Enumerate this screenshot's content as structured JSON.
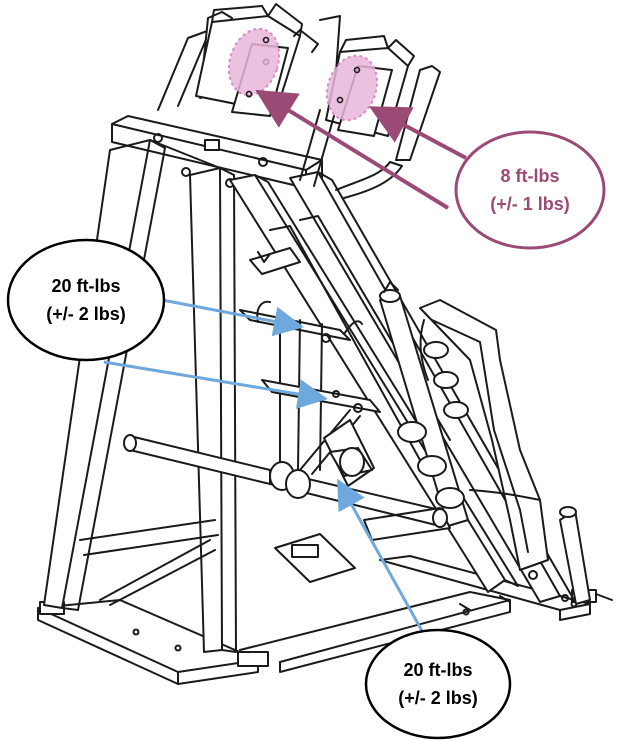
{
  "callouts": {
    "top_torque": {
      "line1": "8  ft-lbs",
      "line2": "(+/- 1 lbs)"
    },
    "left_torque": {
      "line1": "20 ft-lbs",
      "line2": "(+/- 2 lbs)"
    },
    "bottom_torque": {
      "line1": "20 ft-lbs",
      "line2": "(+/- 2 lbs)"
    }
  },
  "colors": {
    "top_callout": "#9b4a76",
    "highlight_fill": "#e7b6d9",
    "blue_arrow": "#6fa8dc",
    "line_art": "#1a1a1a"
  }
}
